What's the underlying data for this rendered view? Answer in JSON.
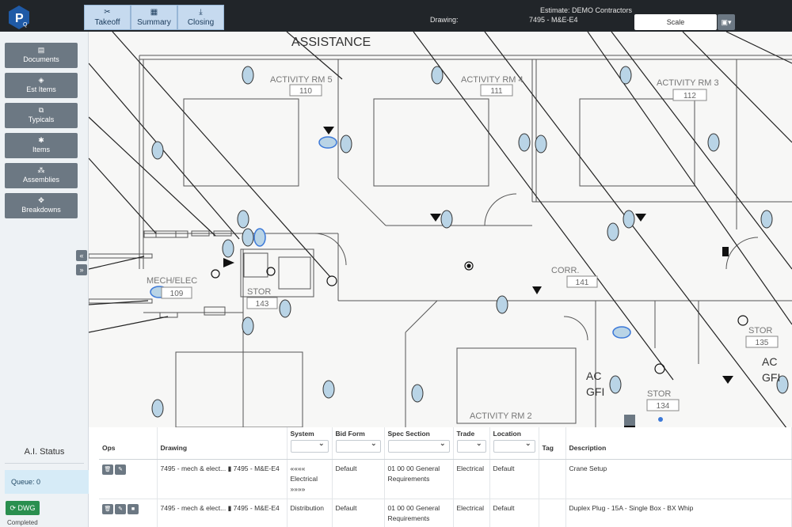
{
  "header": {
    "nav": [
      {
        "label": "Takeoff",
        "icon": "scissors-icon"
      },
      {
        "label": "Summary",
        "icon": "calculator-icon"
      },
      {
        "label": "Closing",
        "icon": "download-icon"
      }
    ],
    "estimate": "Estimate: DEMO Contractors",
    "drawing_label": "Drawing:",
    "drawing_value": "7495 - M&E-E4",
    "scale_label": "Scale"
  },
  "sidebar": {
    "items": [
      {
        "label": "Documents",
        "icon": "documents-icon"
      },
      {
        "label": "Est Items",
        "icon": "est-items-icon"
      },
      {
        "label": "Typicals",
        "icon": "typicals-icon"
      },
      {
        "label": "Items",
        "icon": "items-icon"
      },
      {
        "label": "Assemblies",
        "icon": "assemblies-icon"
      },
      {
        "label": "Breakdowns",
        "icon": "breakdowns-icon"
      }
    ],
    "ai_status_title": "A.I. Status",
    "queue": "Queue: 0",
    "dwg_button": "DWG",
    "completed": "Completed"
  },
  "drawing": {
    "title": "ASSISTANCE",
    "rooms": [
      {
        "name": "ACTIVITY RM 5",
        "number": "110"
      },
      {
        "name": "ACTIVITY RM 4",
        "number": "111"
      },
      {
        "name": "ACTIVITY RM 3",
        "number": "112"
      },
      {
        "name": "MECH/ELEC",
        "number": "109"
      },
      {
        "name": "STOR",
        "number": "143"
      },
      {
        "name": "CORR.",
        "number": "141"
      },
      {
        "name": "STOR",
        "number": "135"
      },
      {
        "name": "STOR",
        "number": "134"
      },
      {
        "name": "ACTIVITY RM 2",
        "number": ""
      }
    ],
    "labels": [
      "AC",
      "GFI",
      "AC",
      "GFI"
    ]
  },
  "table": {
    "columns": [
      "Ops",
      "Drawing",
      "System",
      "Bid Form",
      "Spec Section",
      "Trade",
      "Location",
      "Tag",
      "Description"
    ],
    "rows": [
      {
        "drawing": "7495 - mech & elect...",
        "sheet": "7495 - M&E-E4",
        "system": "«««« Electrical »»»»",
        "bid_form": "Default",
        "spec": "01 00 00 General Requirements",
        "trade": "Electrical",
        "location": "Default",
        "tag": "",
        "description": "Crane Setup"
      },
      {
        "drawing": "7495 - mech & elect...",
        "sheet": "7495 - M&E-E4",
        "system": "Distribution",
        "bid_form": "Default",
        "spec": "01 00 00 General Requirements",
        "trade": "Electrical",
        "location": "Default",
        "tag": "",
        "description": "Duplex Plug - 15A - Single Box - BX Whip"
      }
    ]
  },
  "colors": {
    "topbar": "#212529",
    "nav_button": "#c6daef",
    "sidebar_button": "#6c7883",
    "dwg_button": "#2a8f4f",
    "queue_box": "#d6ebf7",
    "symbol_fill": "#b9d4e6",
    "symbol_selected": "#3b78d8"
  }
}
